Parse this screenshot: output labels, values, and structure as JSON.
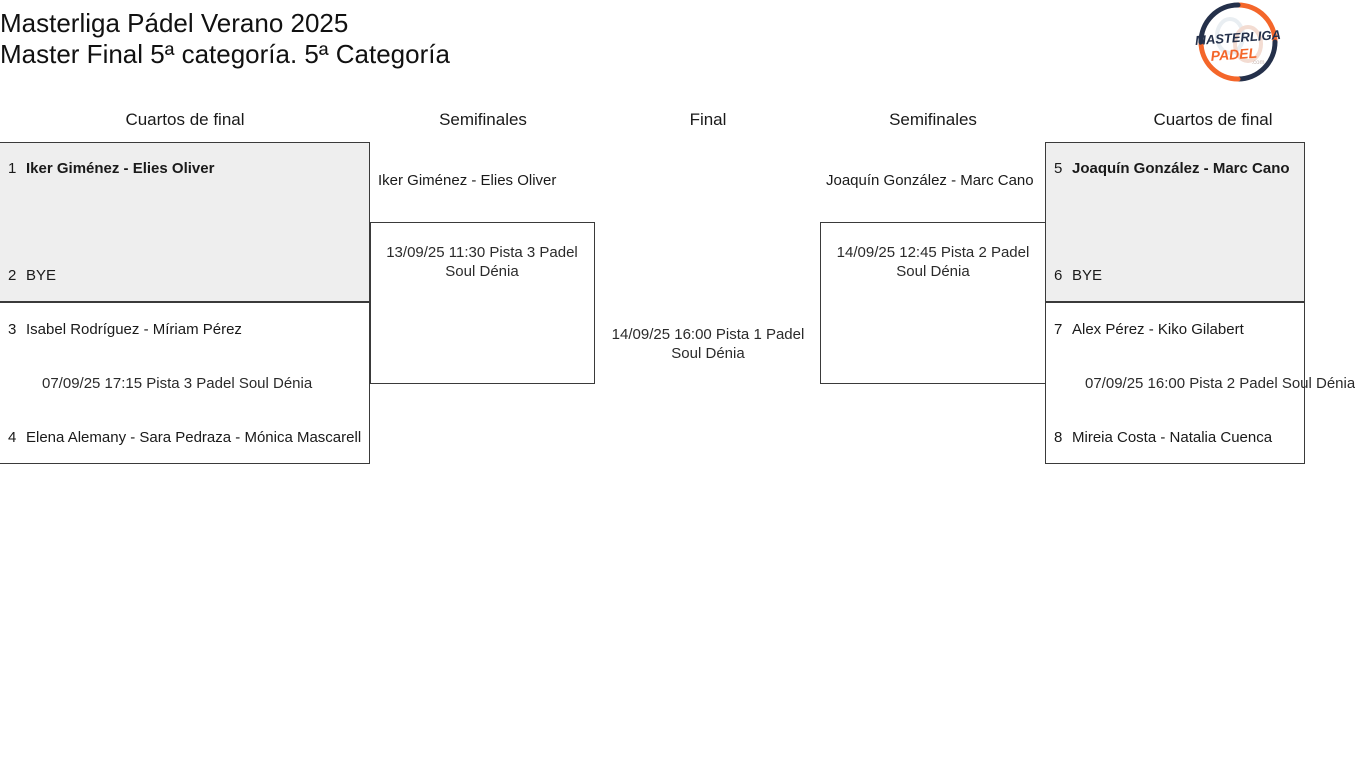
{
  "header": {
    "line1": "Masterliga Pádel Verano 2025",
    "line2": "Master Final 5ª categoría. 5ª Categoría"
  },
  "logo": {
    "top_text": "MASTERLIGA",
    "bottom_text": "PADEL",
    "suffix_text": ".com",
    "navy": "#24304a",
    "orange": "#f4662a"
  },
  "round_headers": [
    {
      "label": "Cuartos de final"
    },
    {
      "label": "Semifinales"
    },
    {
      "label": "Final"
    },
    {
      "label": "Semifinales"
    },
    {
      "label": "Cuartos de final"
    }
  ],
  "left_bracket": {
    "quarterfinals": [
      {
        "shaded": true,
        "top": {
          "seed": "1",
          "name": "Iker Giménez - Elies Oliver",
          "winner": true
        },
        "bottom": {
          "seed": "2",
          "name": "BYE",
          "winner": false
        },
        "meta": ""
      },
      {
        "shaded": false,
        "top": {
          "seed": "3",
          "name": "Isabel Rodríguez - Míriam Pérez",
          "winner": false
        },
        "bottom": {
          "seed": "4",
          "name": "Elena Alemany - Sara Pedraza - Mónica Mascarell",
          "winner": false
        },
        "meta": "07/09/25 17:15 Pista 3 Padel Soul Dénia"
      }
    ],
    "semifinal": {
      "advance_name": "Iker Giménez - Elies Oliver",
      "meta": "13/09/25 11:30 Pista 3 Padel Soul Dénia"
    }
  },
  "final": {
    "meta": "14/09/25 16:00 Pista 1 Padel Soul Dénia"
  },
  "right_bracket": {
    "semifinal": {
      "advance_name": "Joaquín González - Marc Cano",
      "meta": "14/09/25 12:45 Pista 2 Padel Soul Dénia"
    },
    "quarterfinals": [
      {
        "shaded": true,
        "top": {
          "seed": "5",
          "name": "Joaquín González - Marc Cano",
          "winner": true
        },
        "bottom": {
          "seed": "6",
          "name": "BYE",
          "winner": false
        },
        "meta": ""
      },
      {
        "shaded": false,
        "top": {
          "seed": "7",
          "name": "Alex Pérez - Kiko Gilabert",
          "winner": false
        },
        "bottom": {
          "seed": "8",
          "name": "Mireia Costa - Natalia Cuenca",
          "winner": false
        },
        "meta": "07/09/25 16:00 Pista 2 Padel Soul Dénia"
      }
    ]
  }
}
